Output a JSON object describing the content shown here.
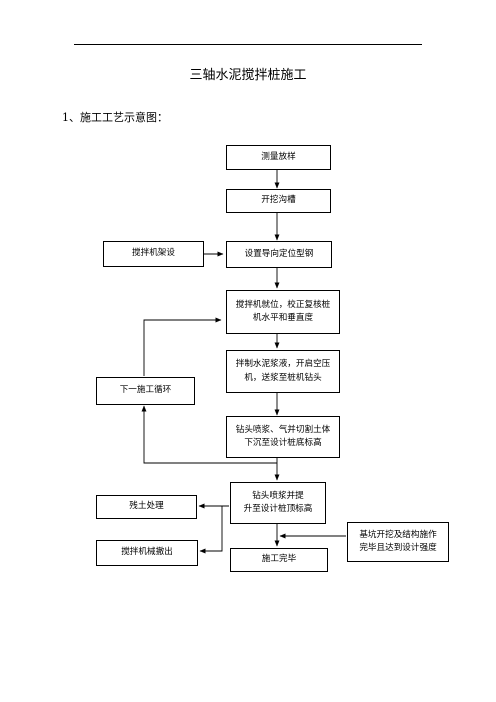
{
  "document": {
    "title": "三轴水泥搅拌桩施工",
    "section_heading": "1、施工工艺示意图："
  },
  "flowchart": {
    "step1": "测量放样",
    "step2": "开挖沟槽",
    "step3": "设置导向定位型钢",
    "step4": "搅拌机就位，校正复核桩\n机水平和垂直度",
    "step5": "拌制水泥浆液，开启空压\n机，送浆至桩机钻头",
    "step6": "钻头喷浆、气并切割土体\n下沉至设计桩底标高",
    "step7": "钻头喷浆并提\n升至设计桩顶标高",
    "step8": "施工完毕",
    "mixer_setup": "搅拌机架设",
    "next_cycle": "下一施工循环",
    "soil_disposal": "残土处理",
    "mixer_removal": "搅拌机械撤出",
    "excavation_note": "基坑开挖及结构施作\n完毕且达到设计强度"
  }
}
